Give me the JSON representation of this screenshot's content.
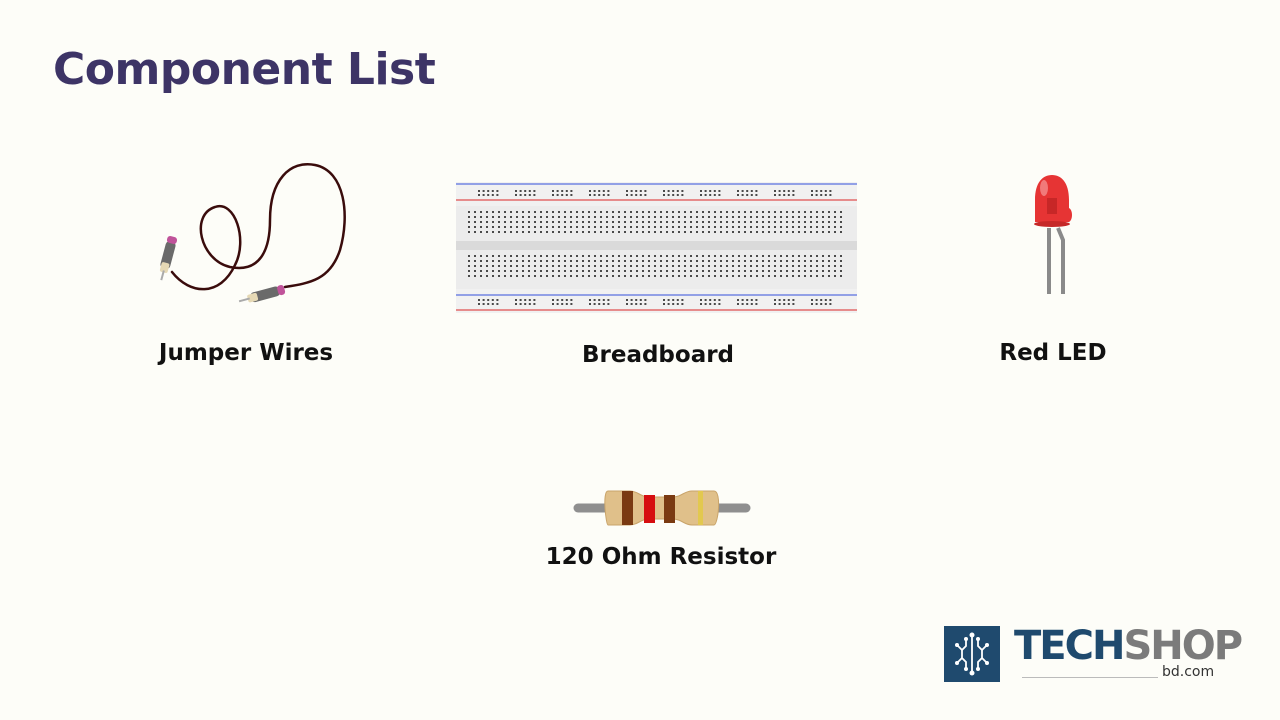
{
  "title": "Component List",
  "components": [
    {
      "label": "Jumper Wires",
      "icon": "jumper-wires-icon"
    },
    {
      "label": "Breadboard",
      "icon": "breadboard-icon"
    },
    {
      "label": "Red LED",
      "icon": "red-led-icon"
    },
    {
      "label": "120 Ohm Resistor",
      "icon": "resistor-icon"
    }
  ],
  "logo": {
    "part1": "TECH",
    "part2": "SHOP",
    "domain": "bd.com",
    "icon": "circuit-chip-icon",
    "colors": {
      "primary": "#1f4a6e",
      "secondary": "#7b7b7b"
    }
  },
  "colors": {
    "title": "#3d3466",
    "background": "#fdfdf8"
  }
}
